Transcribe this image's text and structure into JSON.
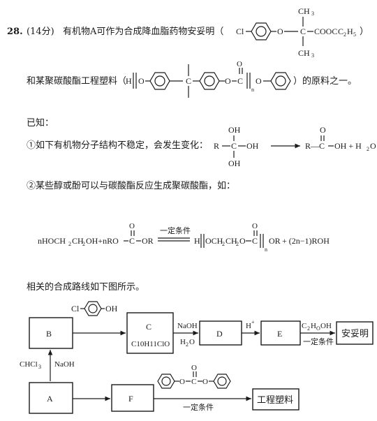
{
  "question": {
    "number": "28.",
    "points": "(14分)",
    "intro_part1": "有机物A可作为合成降血脂药物安妥明（",
    "intro_part2": "）",
    "intro_line2_start": "和某聚碳酸酯工程塑料（",
    "intro_line2_end": "）的原料之一。",
    "known_title": "已知：",
    "fact1": "①如下有机物分子结构不稳定，会发生变化：",
    "fact2": "②某些醇或酚可以与碳酸酯反应生成聚碳酸酯，如：",
    "route_intro": "相关的合成路线如下图所示。"
  },
  "chem": {
    "ch3": "CH",
    "three": "3",
    "cl": "Cl",
    "o": "O",
    "ester_tail": "COOC",
    "c2": "2",
    "h5": "5",
    "h": "H",
    "n": "n",
    "r": "R",
    "oh": "OH",
    "c": "C",
    "rc": "R—C",
    "acid_tail": "OH + H",
    "h2": "2",
    "eq1_lhs": "nHOCH",
    "eq1_lhs_mid": "CH",
    "eq1_lhs_tail": "OH+nRO",
    "eq1_or": "OR",
    "eq1_cond": "一定条件",
    "eq1_prod_head": "H",
    "eq1_prod_mid": "OCH",
    "eq1_prod_mid2": "CH",
    "eq1_prod_o": "O",
    "eq1_prod_or": "OR",
    "eq1_prod_tail": "+ (2n−1)ROH"
  },
  "flow": {
    "box_b": "B",
    "box_c": "C",
    "box_c_formula": "C10H11ClO",
    "box_d": "D",
    "box_e": "E",
    "box_a": "A",
    "box_f": "F",
    "box_antuoming": "安妥明",
    "box_plastic": "工程塑料",
    "reagent_naoh": "NaOH",
    "reagent_h2o": "H",
    "reagent_h2o_tail": "O",
    "reagent_hplus": "H",
    "reagent_plus": "+",
    "reagent_ethanol": "C",
    "reagent_ethanol_tail": "OH",
    "cond": "一定条件",
    "chcl3": "CHCl",
    "naoh_vertical": "NaOH",
    "phenol_cl": "Cl",
    "phenol_oh": "OH"
  }
}
